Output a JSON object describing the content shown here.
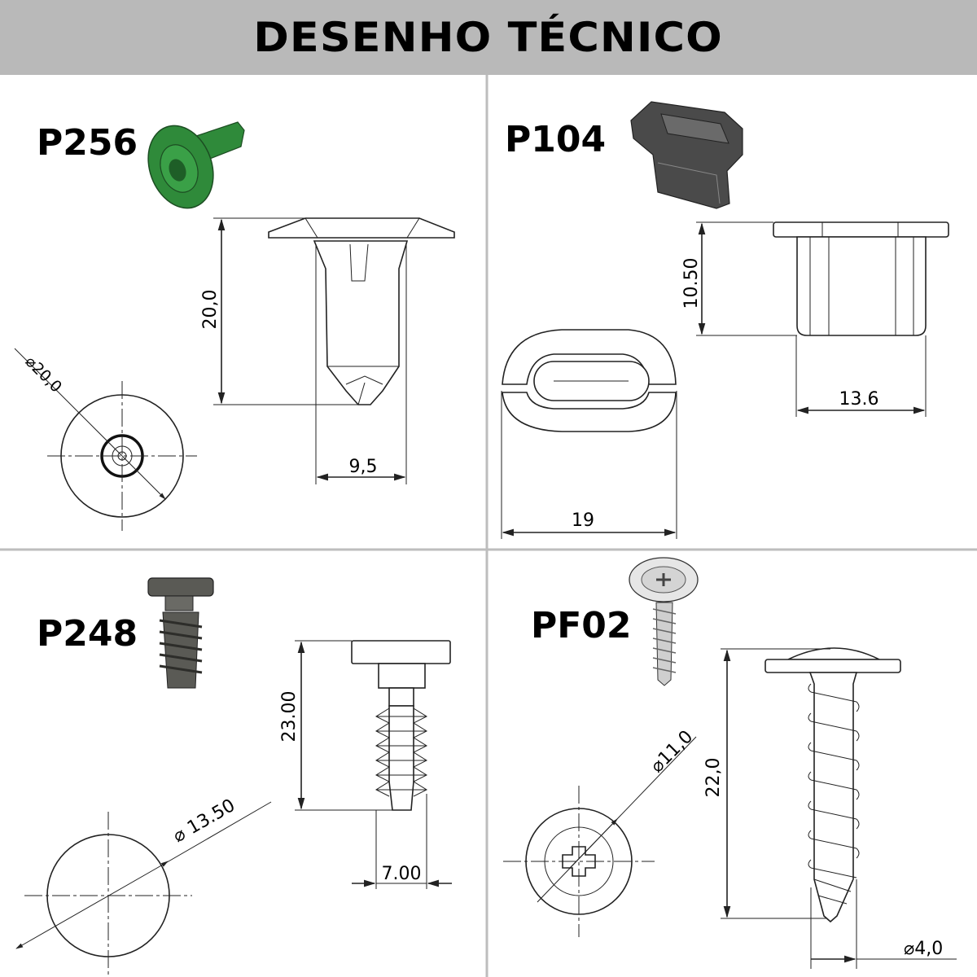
{
  "header": {
    "title": "DESENHO TÉCNICO"
  },
  "panels": {
    "p256": {
      "code": "P256",
      "height": "20,0",
      "width": "9,5",
      "diameter": "⌀20,0",
      "color": "#2f8a3a"
    },
    "p104": {
      "code": "P104",
      "height": "10.50",
      "width": "13.6",
      "length": "19",
      "color": "#4a4a4a"
    },
    "p248": {
      "code": "P248",
      "height": "23.00",
      "width": "7.00",
      "diameter": "⌀ 13.50",
      "color": "#5a5a55"
    },
    "pf02": {
      "code": "PF02",
      "height": "22,0",
      "diameter": "⌀11,0",
      "shank": "⌀4,0",
      "color": "#cfcfcf"
    }
  },
  "colors": {
    "header_bg": "#b9b9b9",
    "divider": "#bdbdbd"
  }
}
